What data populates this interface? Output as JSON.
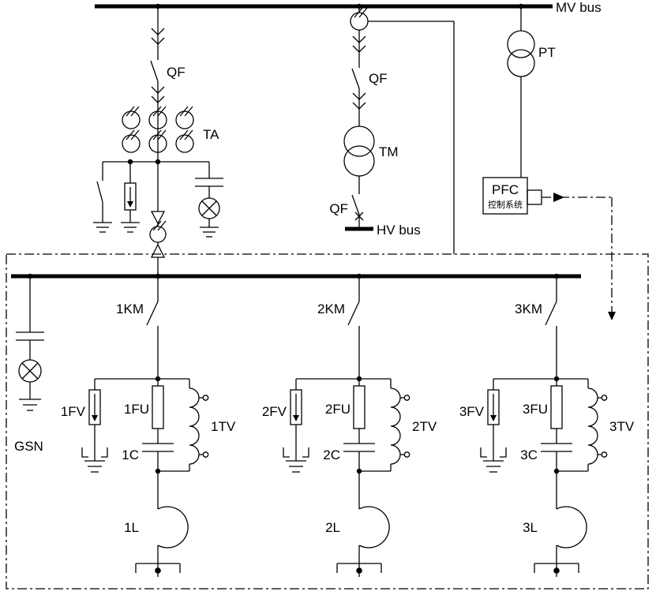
{
  "diagram": {
    "buses": {
      "mv": "MV bus",
      "hv": "HV bus"
    },
    "feeder_left": {
      "breaker": "QF",
      "ct": "TA"
    },
    "feeder_mid": {
      "breaker_top": "QF",
      "transformer": "TM",
      "breaker_bottom": "QF"
    },
    "feeder_right": {
      "pt": "PT"
    },
    "pfc": {
      "title": "PFC",
      "subtitle": "控制系统"
    },
    "gsn_label": "GSN",
    "branches": [
      {
        "km": "1KM",
        "fv": "1FV",
        "fu": "1FU",
        "tv": "1TV",
        "c": "1C",
        "l": "1L"
      },
      {
        "km": "2KM",
        "fv": "2FV",
        "fu": "2FU",
        "tv": "2TV",
        "c": "2C",
        "l": "2L"
      },
      {
        "km": "3KM",
        "fv": "3FV",
        "fu": "3FU",
        "tv": "3TV",
        "c": "3C",
        "l": "3L"
      }
    ]
  }
}
